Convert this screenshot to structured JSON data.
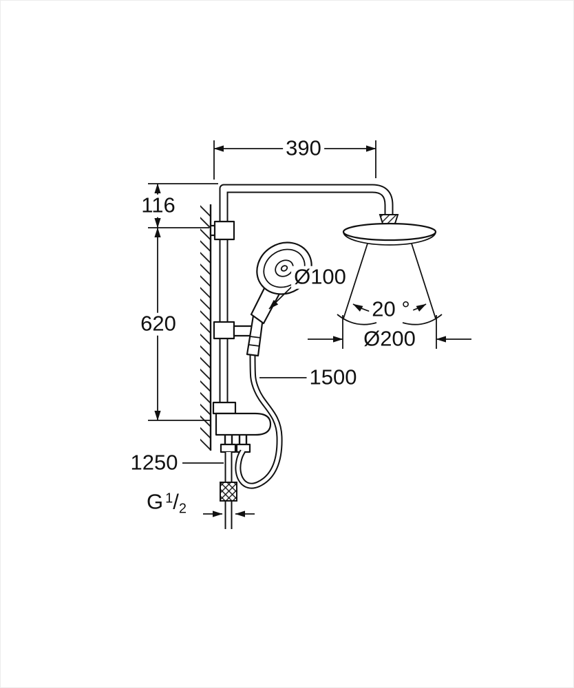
{
  "colors": {
    "line": "#111111",
    "background": "#ffffff"
  },
  "drawing": {
    "labels": {
      "top_width": "390",
      "head_offset": "116",
      "rail_length": "620",
      "handshower_diameter": "Ø100",
      "spray_angle": "20 °",
      "headshower_diameter": "Ø200",
      "hose_length": "1500",
      "outlet_height": "1250",
      "thread": {
        "prefix": "G",
        "numerator": "1",
        "slash": "/",
        "denominator": "2"
      }
    }
  }
}
